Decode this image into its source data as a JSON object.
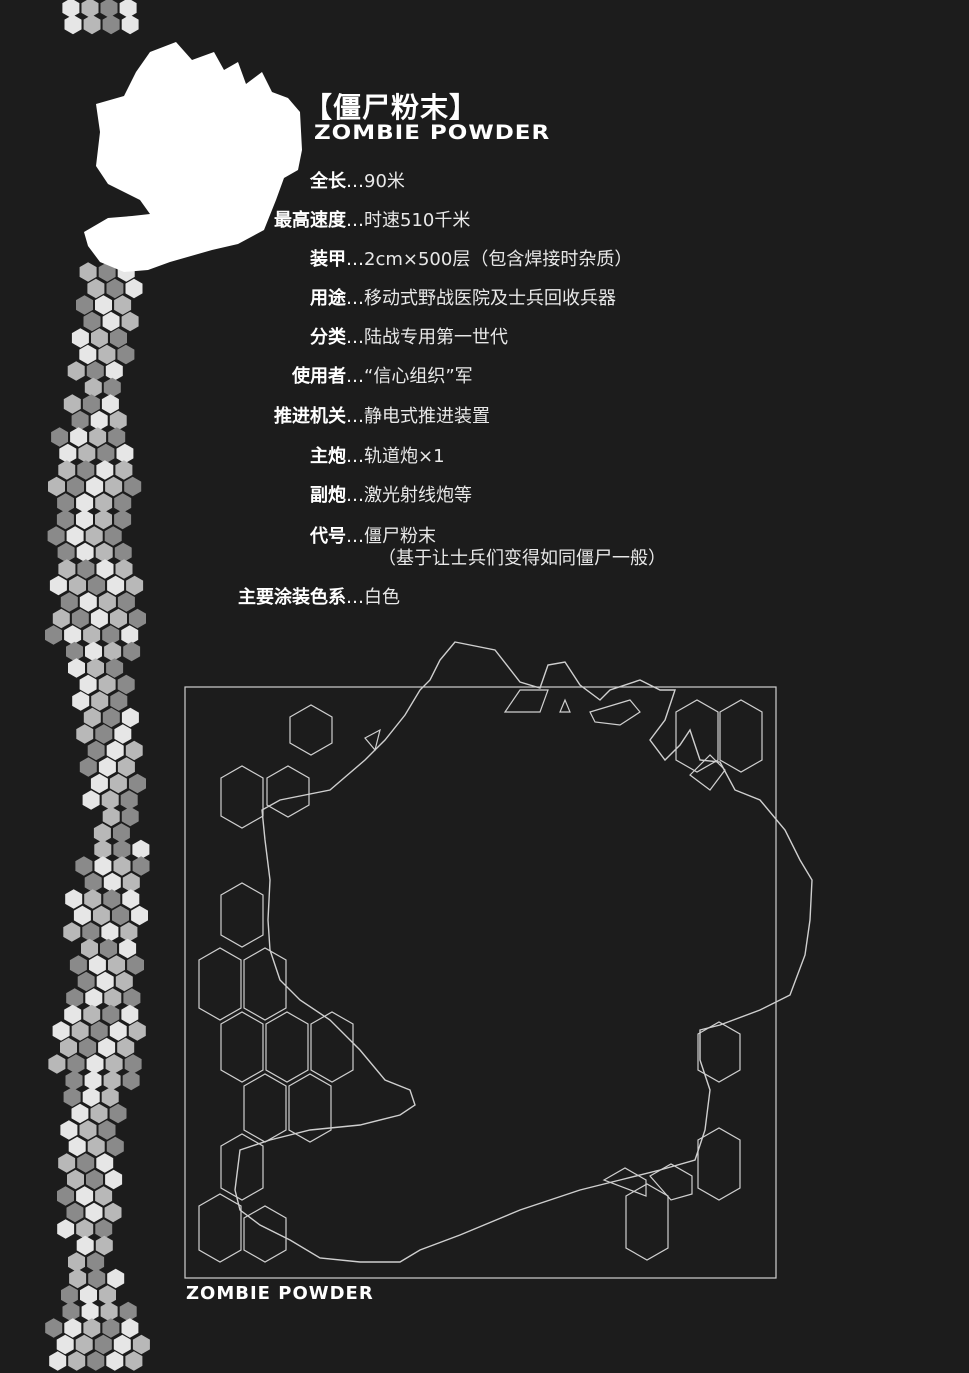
{
  "header": {
    "title_cn": "【僵尸粉末】",
    "title_en": "ZOMBIE POWDER"
  },
  "specs": [
    {
      "label": "全长",
      "value": "90米"
    },
    {
      "label": "最高速度",
      "value": "时速510千米"
    },
    {
      "label": "装甲",
      "value": "2cm×500层（包含焊接时杂质）"
    },
    {
      "label": "用途",
      "value": "移动式野战医院及士兵回收兵器"
    },
    {
      "label": "分类",
      "value": "陆战专用第一世代"
    },
    {
      "label": "使用者",
      "value": "“信心组织”军"
    },
    {
      "label": "推进机关",
      "value": "静电式推进装置"
    },
    {
      "label": "主炮",
      "value": "轨道炮×1"
    },
    {
      "label": "副炮",
      "value": "激光射线炮等"
    },
    {
      "label": "代号",
      "value": "僵尸粉末",
      "value2": "（基于让士兵们变得如同僵尸一般）"
    },
    {
      "label": "主要涂装色系",
      "value": "白色"
    }
  ],
  "separator": "…",
  "caption": "ZOMBIE POWDER",
  "colors": {
    "background": "#1c1c1c",
    "text": "#ffffff",
    "outline": "#cfcfcf",
    "hex_light": "#e6e6e6",
    "hex_mid": "#b8b8b8",
    "hex_dark": "#8a8a8a"
  }
}
